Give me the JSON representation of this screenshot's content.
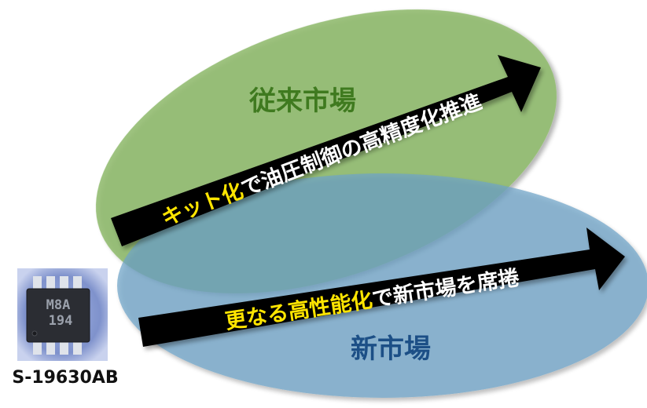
{
  "conventional_market": {
    "label": "従来市場",
    "label_color": "#3f7a1f",
    "fill_color": "#8db96a",
    "arrow_text_highlight": "キット化",
    "arrow_text_rest": "で油圧制御の高精度化推進"
  },
  "new_market": {
    "label": "新市場",
    "label_color": "#1c4f86",
    "fill_color": "#6fa3c8",
    "arrow_text_highlight": "更なる高性能化",
    "arrow_text_rest": "で新市場を席捲"
  },
  "product": {
    "part_number": "S-19630AB",
    "chip_marking_line1": "M8A",
    "chip_marking_line2": "194"
  },
  "colors": {
    "highlight_text": "#ffe500",
    "arrow_text": "#ffffff",
    "arrow_fill": "#000000",
    "overlap_fill": "#6c9f9d"
  }
}
